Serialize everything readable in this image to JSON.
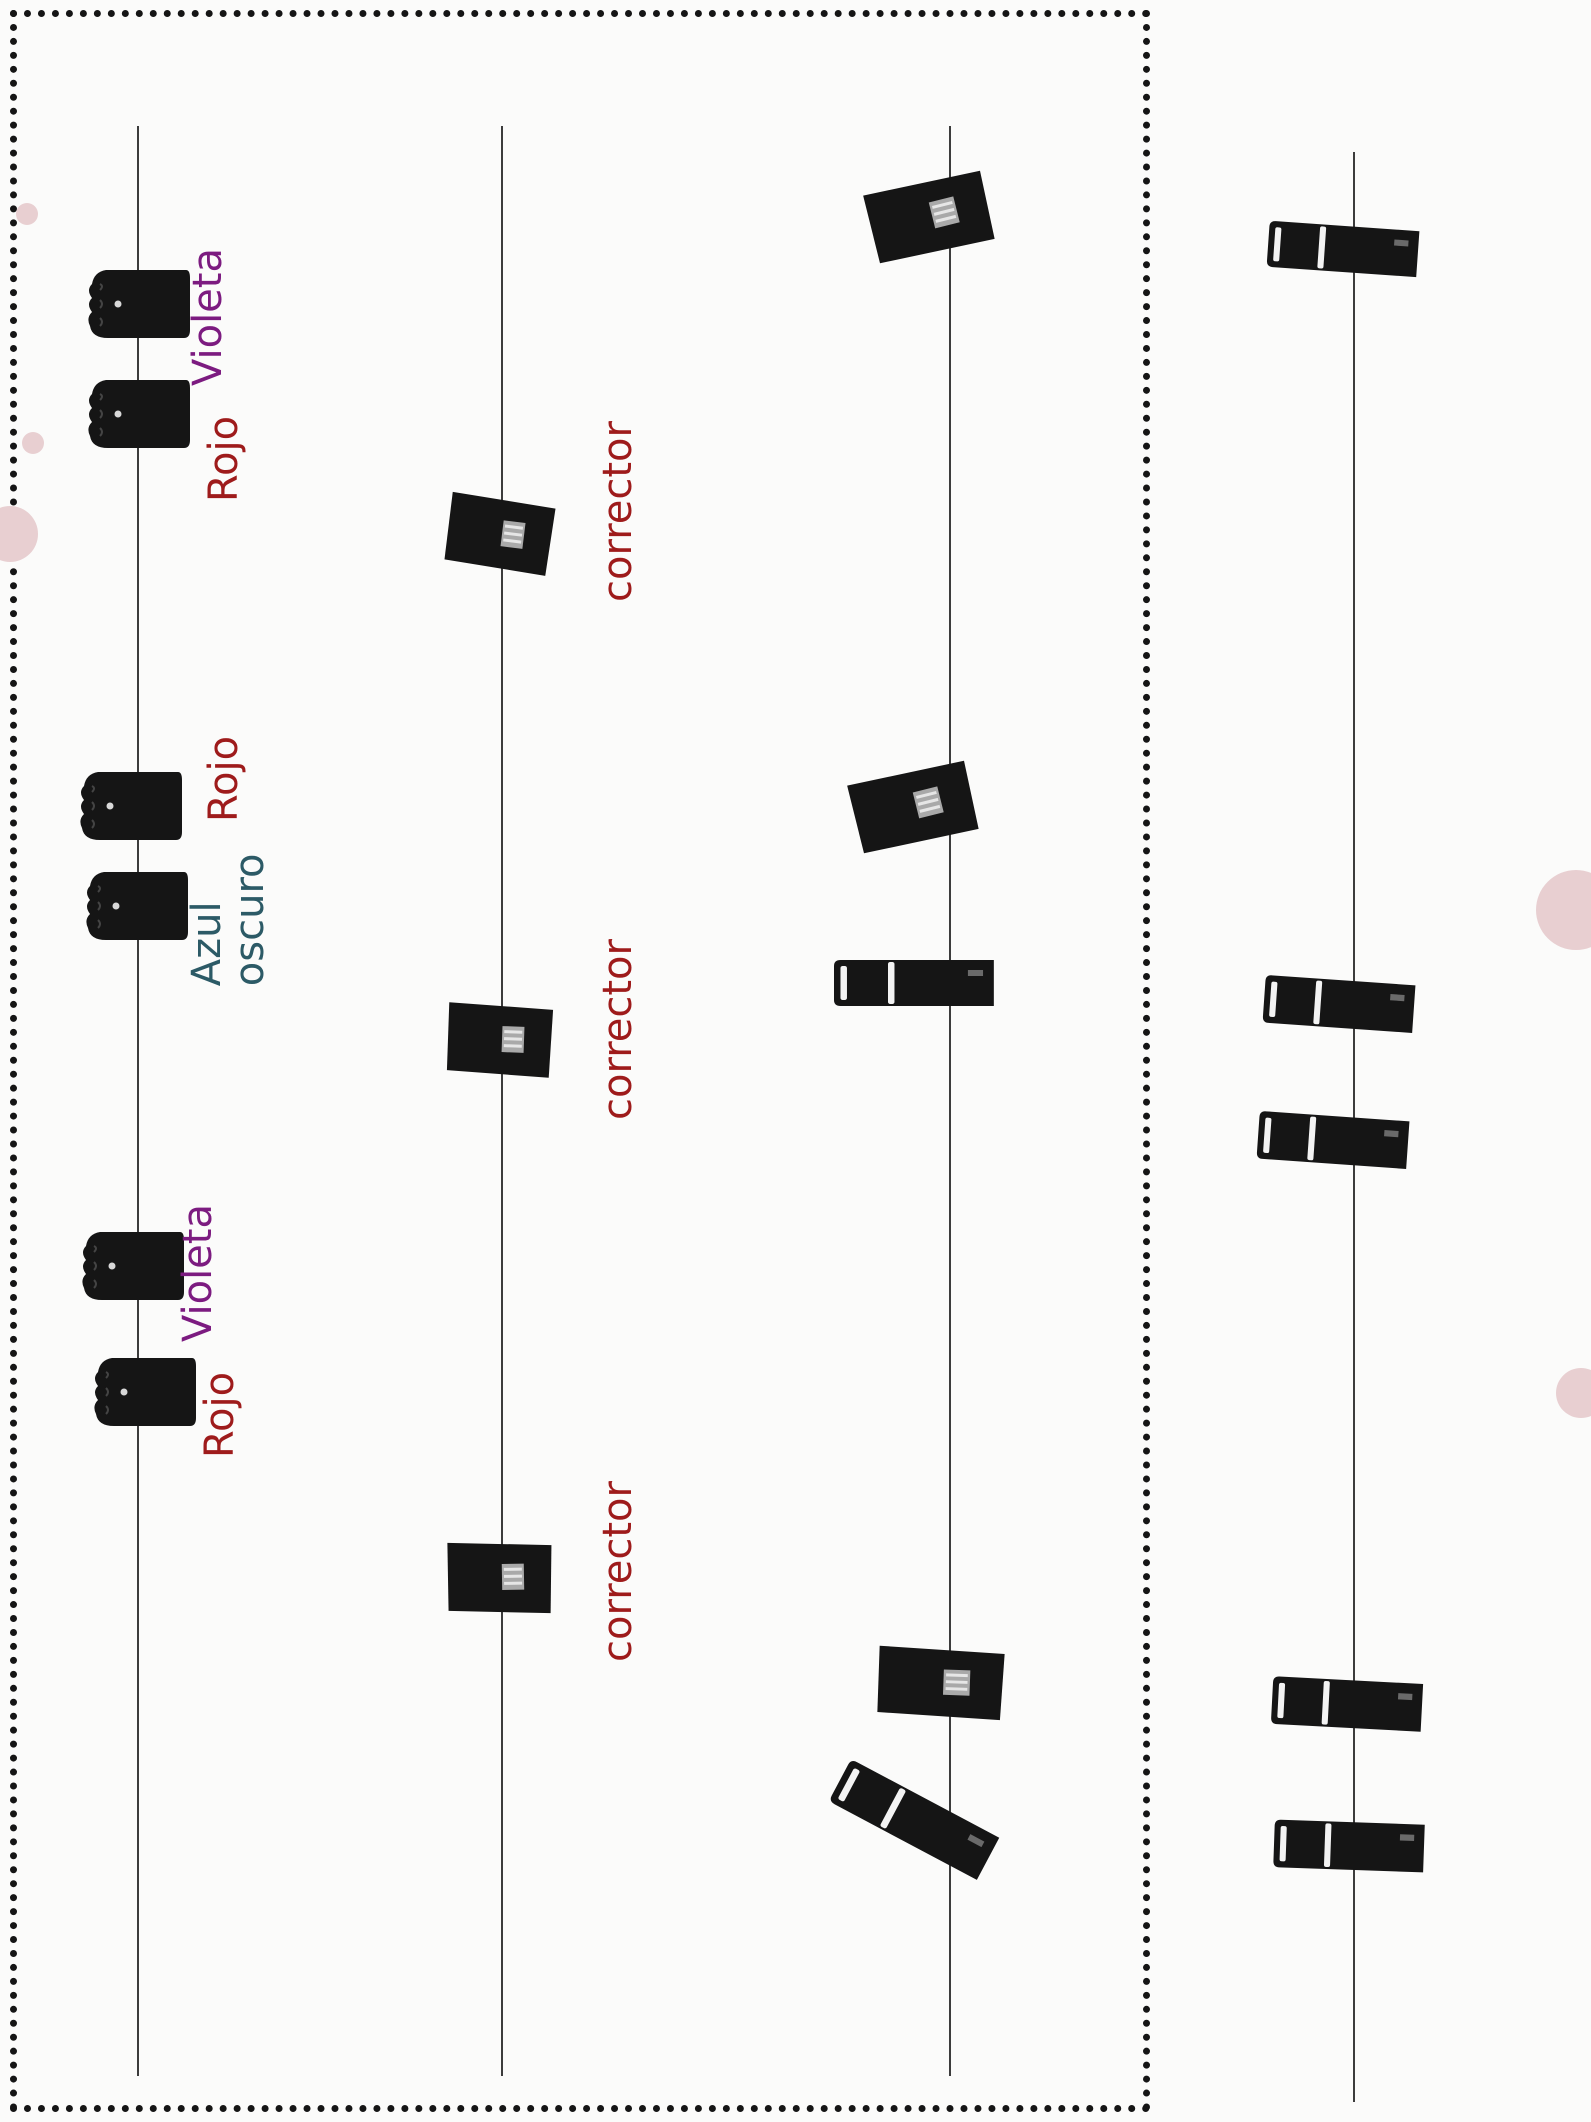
{
  "colors": {
    "red": "#9e1b1b",
    "violet": "#7c1b80",
    "dark_blue": "#2c5a66",
    "ink": "#151515",
    "background": "#fbfbfa"
  },
  "labels": {
    "violeta_1": "Violeta",
    "rojo_1": "Rojo",
    "rojo_2": "Rojo",
    "azul_oscuro_1": "Azul",
    "azul_oscuro_2": "oscuro",
    "violeta_2": "Violeta",
    "rojo_3": "Rojo",
    "corrector_1": "corrector",
    "corrector_2": "corrector",
    "corrector_3": "corrector"
  },
  "icons": {
    "cap": "marker-cap-icon",
    "sharpener": "pencil-sharpener-icon",
    "eraser": "eraser-icon"
  }
}
